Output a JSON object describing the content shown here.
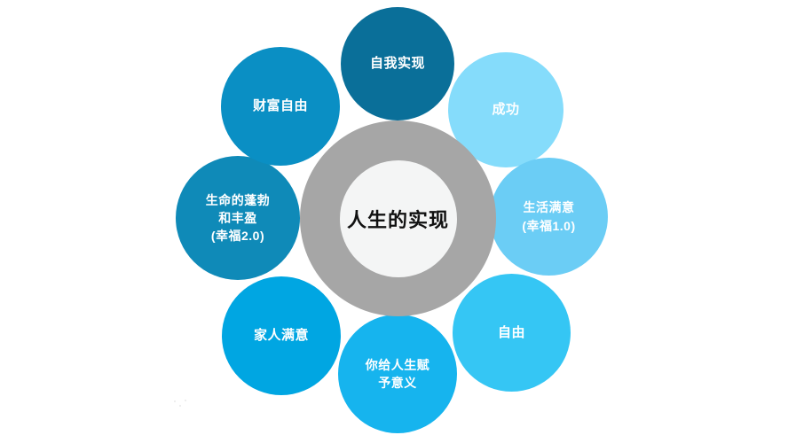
{
  "diagram": {
    "title": "人生的实现",
    "center": {
      "label": "人生的实现",
      "ring_color": "#a6a6a6",
      "hub_color": "#f4f5f5",
      "text_color": "#111111"
    },
    "background_color": "#ffffff",
    "bubbles": [
      {
        "id": "self-actualization",
        "position": "top",
        "lines": [
          "自我实现"
        ],
        "color": "#0a6f99",
        "text_color": "#ffffff"
      },
      {
        "id": "success",
        "position": "top-right",
        "lines": [
          "成功"
        ],
        "color": "#85dcfb",
        "text_color": "#ffffff"
      },
      {
        "id": "life-satisfaction",
        "position": "right",
        "lines": [
          "生活满意",
          "(幸福1.0)"
        ],
        "color": "#6bcdf5",
        "text_color": "#ffffff"
      },
      {
        "id": "freedom",
        "position": "bottom-right",
        "lines": [
          "自由"
        ],
        "color": "#35c6f4",
        "text_color": "#ffffff"
      },
      {
        "id": "meaning",
        "position": "bottom",
        "lines": [
          "你给人生赋",
          "予意义"
        ],
        "color": "#16b4ee",
        "text_color": "#ffffff"
      },
      {
        "id": "family-satisfaction",
        "position": "bottom-left",
        "lines": [
          "家人满意"
        ],
        "color": "#00a6e2",
        "text_color": "#ffffff"
      },
      {
        "id": "flourishing",
        "position": "left",
        "lines": [
          "生命的蓬勃",
          "和丰盈",
          "(幸福2.0)"
        ],
        "color": "#0f8ab8",
        "text_color": "#ffffff"
      },
      {
        "id": "wealth-freedom",
        "position": "top-left",
        "lines": [
          "财富自由"
        ],
        "color": "#0a8fc4",
        "text_color": "#ffffff"
      }
    ]
  }
}
